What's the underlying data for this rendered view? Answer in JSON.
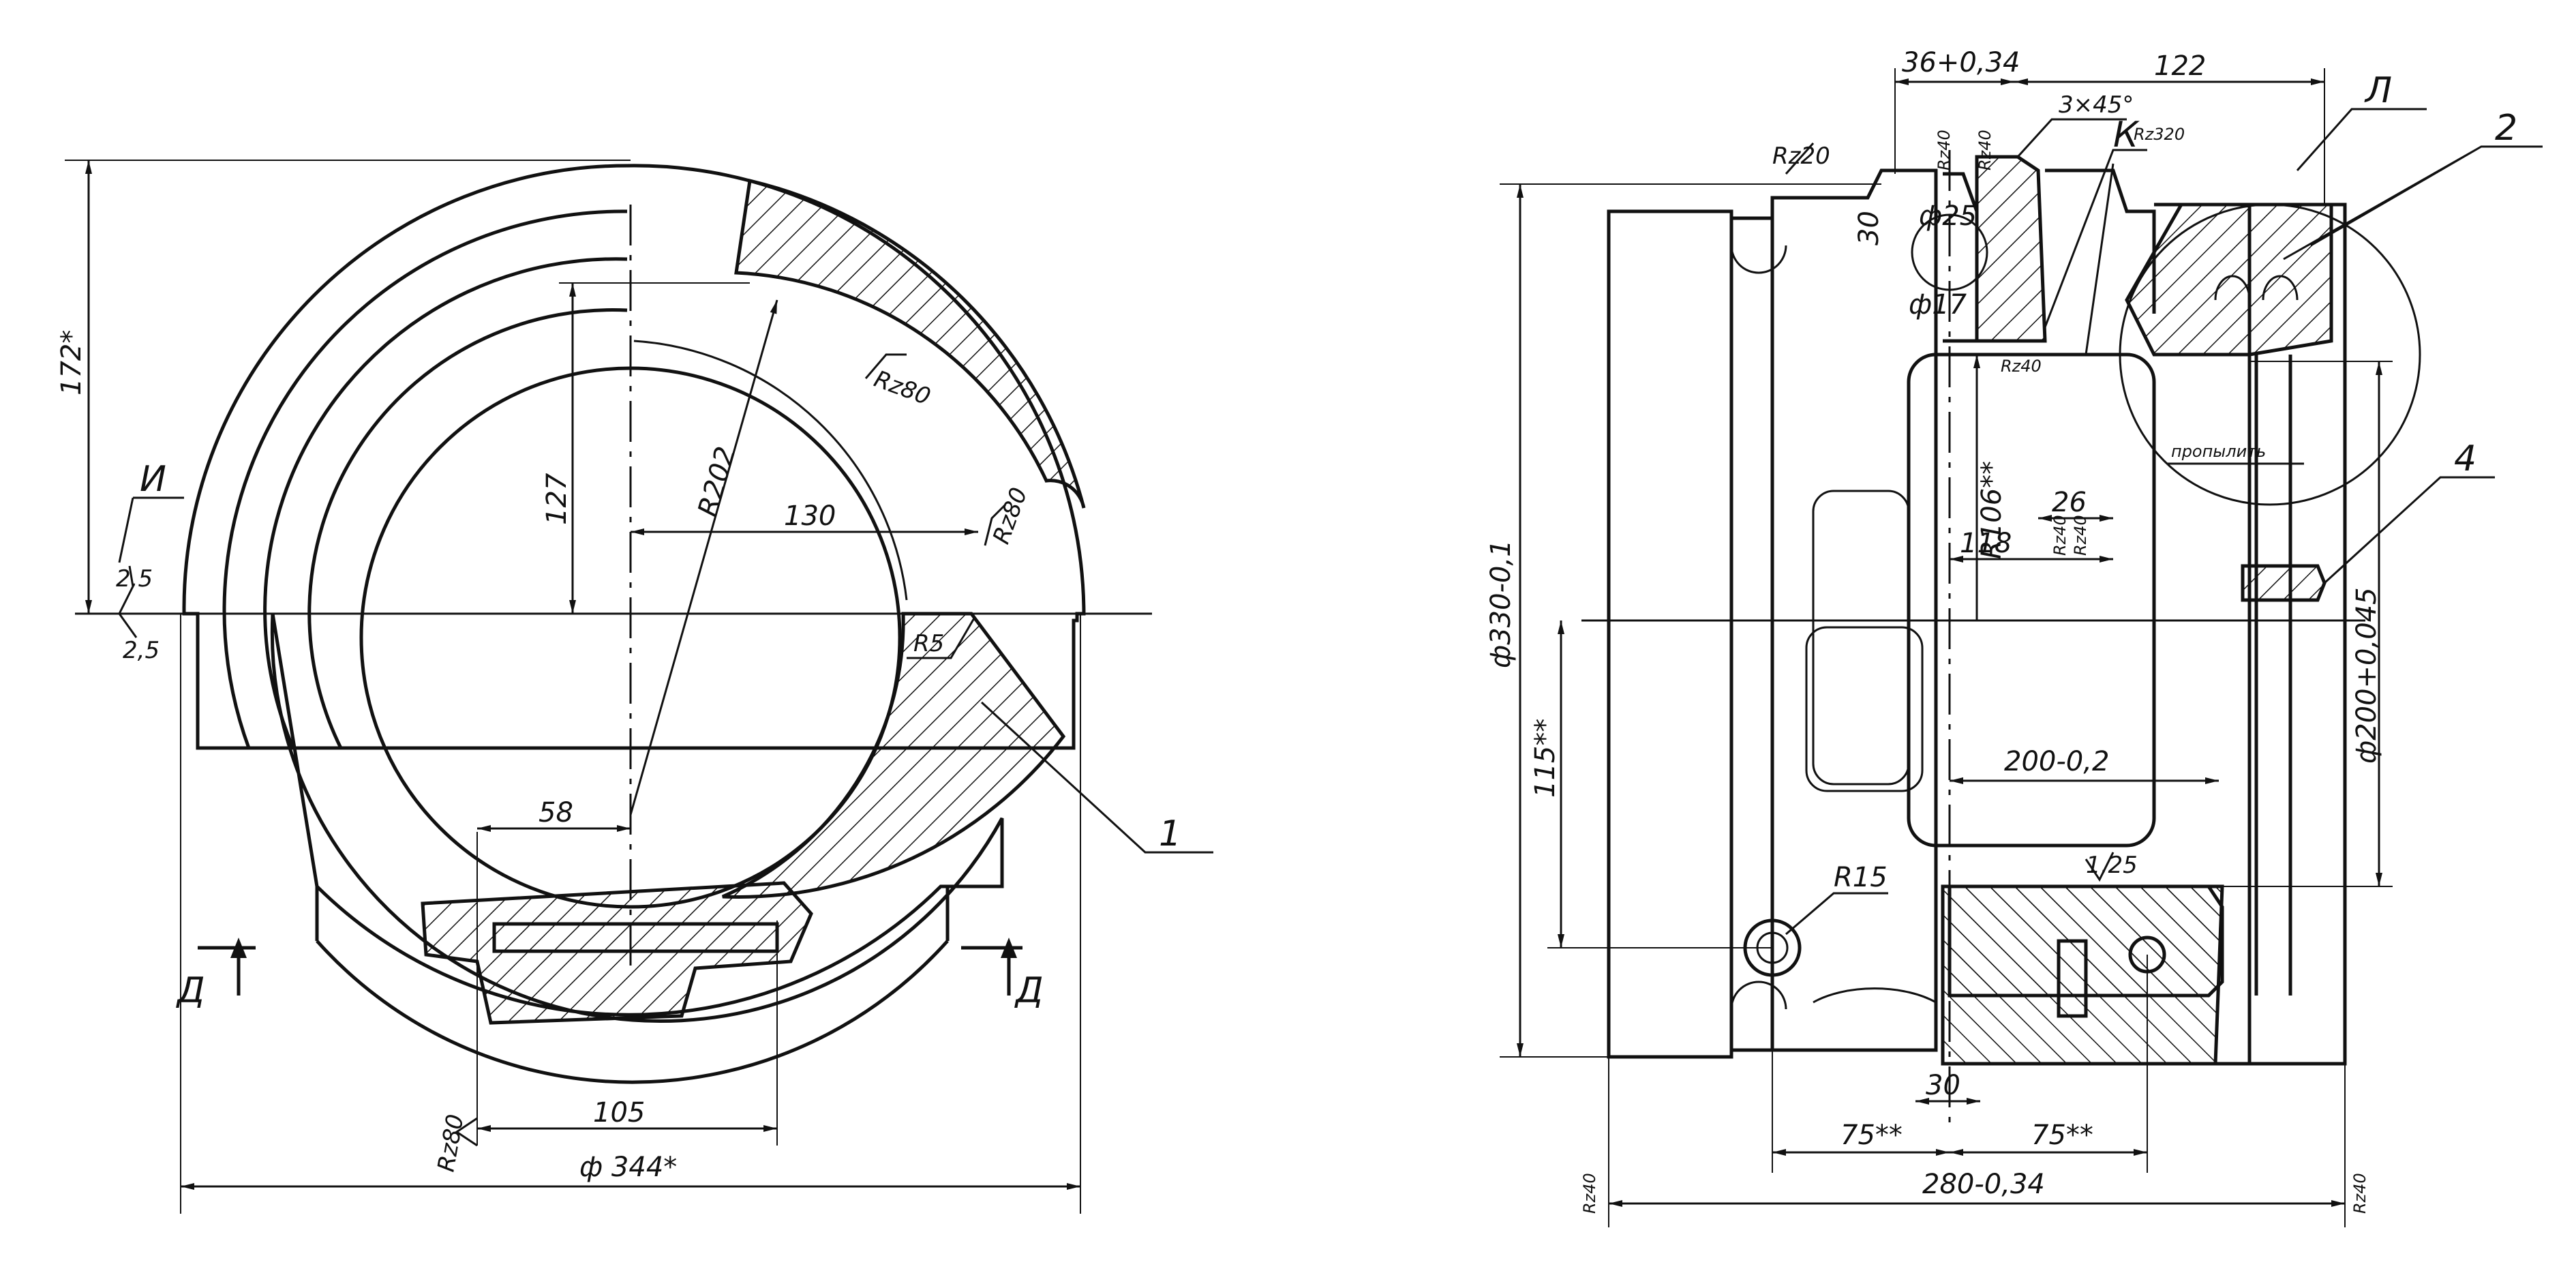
{
  "left_view": {
    "dimensions": {
      "height_172": "172*",
      "height_127": "127",
      "radius_202": "R202",
      "width_130": "130",
      "width_58": "58",
      "width_105": "105",
      "diameter_344": "ф 344*",
      "radius_5": "R5"
    },
    "roughness": {
      "rz80_top": "Rz80",
      "rz80_right": "Rz80",
      "rz80_bottom": "Rz80",
      "val_2_5a": "2,5",
      "val_2_5b": "2,5"
    },
    "labels": {
      "section_I": "И",
      "section_D_left": "Д",
      "section_D_right": "Д",
      "callout_1": "1"
    }
  },
  "right_view": {
    "dimensions": {
      "dim_36": "36+0,34",
      "dim_122": "122",
      "chamfer": "3×45°",
      "dim_30_top": "30",
      "dia_25": "ф25",
      "dia_17": "ф17",
      "radius_106": "R106**",
      "dim_26": "26",
      "dim_118": "118",
      "dia_330": "ф330-0,1",
      "dim_115": "115**",
      "dim_200": "200-0,2",
      "dia_200": "ф200+0,045",
      "radius_15": "R15",
      "dim_30_bottom": "30",
      "dim_75_left": "75**",
      "dim_75_right": "75**",
      "dim_280": "280-0,34"
    },
    "roughness": {
      "rz20": "Rz20",
      "rz40_a": "Rz40",
      "rz40_b": "Rz40",
      "rz320": "Rz320",
      "rz40_c": "Rz40",
      "rz40_d": "Rz40",
      "rz40_e": "Rz40",
      "rz40_left": "Rz40",
      "rz40_right": "Rz40",
      "val_1_25": "1,25"
    },
    "labels": {
      "callout_K": "К",
      "callout_L": "Л",
      "callout_2": "2",
      "callout_4": "4",
      "note": "пропылить"
    }
  }
}
